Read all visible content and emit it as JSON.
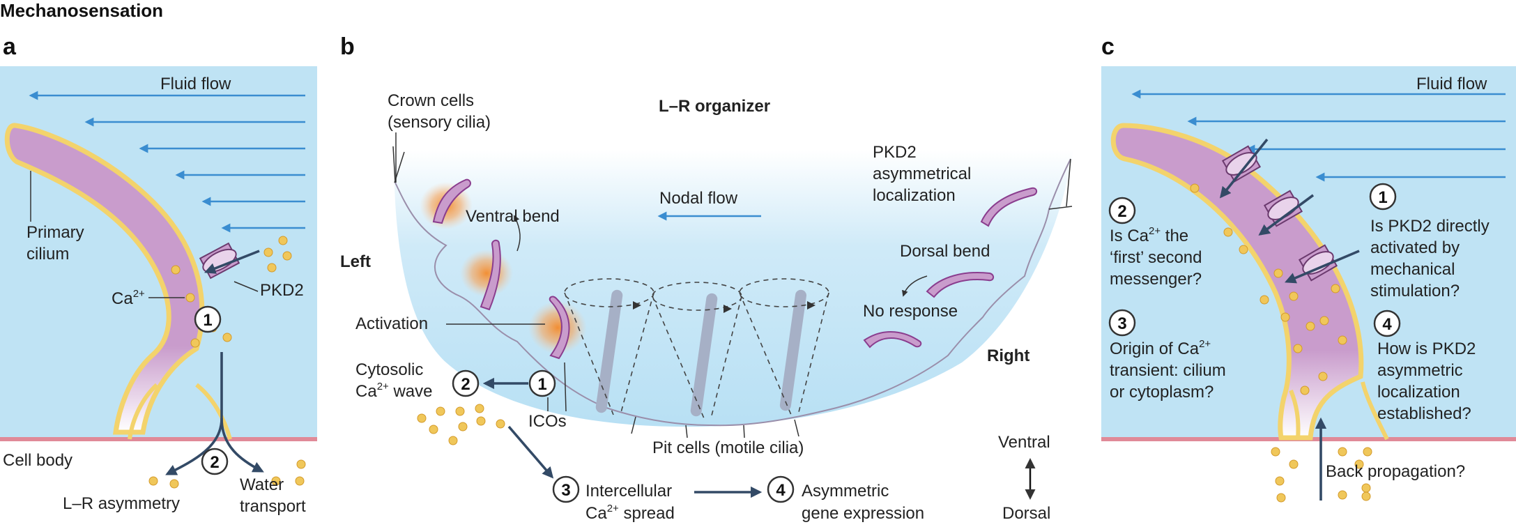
{
  "figure": {
    "title": "Mechanosensation",
    "panel_letters": [
      "a",
      "b",
      "c"
    ]
  },
  "panel_a": {
    "fluid_flow": "Fluid flow",
    "primary_cilium_line1": "Primary",
    "primary_cilium_line2": "cilium",
    "ca_base": "Ca",
    "ca_sup": "2+",
    "pkd2": "PKD2",
    "step1": "1",
    "step2": "2",
    "cell_body": "Cell body",
    "lr_asymmetry": "L–R asymmetry",
    "water_line1": "Water",
    "water_line2": "transport"
  },
  "panel_b": {
    "lr_organizer": "L–R organizer",
    "crown_line1": "Crown cells",
    "crown_line2": "(sensory cilia)",
    "ventral_bend": "Ventral bend",
    "nodal_flow": "Nodal flow",
    "pkd2_line1": "PKD2",
    "pkd2_line2": "asymmetrical",
    "pkd2_line3": "localization",
    "left": "Left",
    "right": "Right",
    "dorsal_bend": "Dorsal bend",
    "no_response": "No response",
    "activation": "Activation",
    "cytosolic_line1": "Cytosolic",
    "cytosolic_ca": "Ca",
    "cytosolic_sup": "2+",
    "cytosolic_wave": " wave",
    "icos": "ICOs",
    "pit_cells": "Pit cells (motile cilia)",
    "ventral": "Ventral",
    "dorsal": "Dorsal",
    "step1": "1",
    "step2": "2",
    "step3": "3",
    "step4": "4",
    "intercellular_line1": "Intercellular",
    "intercellular_ca": "Ca",
    "intercellular_sup": "2+",
    "intercellular_spread": " spread",
    "asym_line1": "Asymmetric",
    "asym_line2": "gene expression"
  },
  "panel_c": {
    "fluid_flow": "Fluid flow",
    "q1_num": "1",
    "q1_line1": "Is PKD2 directly",
    "q1_line2": "activated by",
    "q1_line3": "mechanical",
    "q1_line4": "stimulation?",
    "q2_num": "2",
    "q2_line1_a": "Is Ca",
    "q2_line1_sup": "2+",
    "q2_line1_b": " the",
    "q2_line2": "‘first’ second",
    "q2_line3": "messenger?",
    "q3_num": "3",
    "q3_line1_a": "Origin of Ca",
    "q3_line1_sup": "2+",
    "q3_line2": "transient: cilium",
    "q3_line3": "or cytoplasm?",
    "q4_num": "4",
    "q4_line1": "How is PKD2",
    "q4_line2": "asymmetric",
    "q4_line3": "localization",
    "q4_line4": "established?",
    "back_propagation": "Back propagation?"
  },
  "colors": {
    "fluid_bg": "#bfe3f4",
    "cilium_fill": "#c99ccc",
    "cilium_membrane": "#f3d36c",
    "flow_arrow": "#3a8dd0",
    "ca_dot": "#f0c75a",
    "dark_arrow": "#334a66",
    "cell_body_line": "#e08a98"
  }
}
